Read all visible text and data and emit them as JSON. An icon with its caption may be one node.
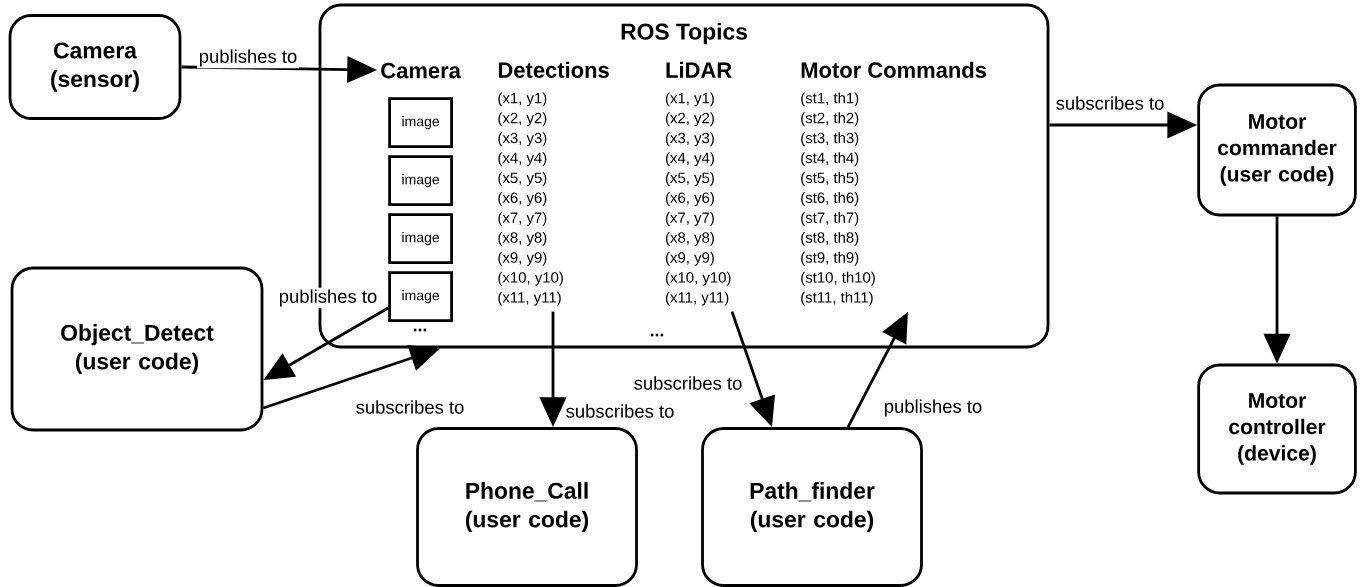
{
  "diagram": {
    "nodes": [
      {
        "text": [
          "Camera",
          "(sensor)"
        ]
      },
      {
        "text": [
          "ROS Topics"
        ]
      },
      {
        "text": [
          "Camera"
        ],
        "in": 1
      },
      {
        "text": [
          "image"
        ],
        "in": 1
      },
      {
        "text": [
          "image"
        ],
        "in": 1
      },
      {
        "text": [
          "image"
        ],
        "in": 1
      },
      {
        "text": [
          "image"
        ],
        "in": 1
      },
      {
        "text": [
          "Detections",
          "(x1, y1)",
          "(x2, y2)",
          "(x3, y3)",
          "(x4, y4)",
          "(x5, y5)",
          "(x6, y6)",
          "(x7, y7)",
          "(x8, y8)",
          "(x9, y9)",
          "(x10, y10)",
          "(x11, y11)"
        ],
        "in": 1
      },
      {
        "text": [
          "LiDAR",
          "(x1, y1)",
          "(x2, y2)",
          "(x3, y3)",
          "(x4, y4)",
          "(x5, y5)",
          "(x6, y6)",
          "(x7, y7)",
          "(x8, y8)",
          "(x9, y9)",
          "(x10, y10)",
          "(x11, y11)"
        ],
        "in": 1
      },
      {
        "text": [
          "Motor Commands",
          "(st1, th1)",
          "(st2, th2)",
          "(st3, th3)",
          "(st4, th4)",
          "(st5, th5)",
          "(st6, th6)",
          "(st7, th7)",
          "(st8, th8)",
          "(st9, th9)",
          "(st10, th10)",
          "(st11, th11)"
        ],
        "in": 1
      },
      {
        "text": [
          "Object_Detect",
          "(user code)"
        ]
      },
      {
        "text": [
          "Phone_Call",
          "(user code)"
        ]
      },
      {
        "text": [
          "Path_finder",
          "(user code)"
        ]
      },
      {
        "text": [
          "Motor commander",
          "(user code)"
        ]
      },
      {
        "text": [
          "Motor controller",
          "(device)"
        ]
      }
    ],
    "edges": [
      {
        "from": 0,
        "to": 2,
        "arrow": "to",
        "label": "publishes to"
      },
      {
        "from": 6,
        "to": 10,
        "arrow": "to",
        "label": "publishes to"
      },
      {
        "from": 10,
        "to": 1,
        "arrow": "to",
        "label": "subscribes to"
      },
      {
        "from": 7,
        "to": 11,
        "arrow": "to",
        "label": "subscribes to"
      },
      {
        "from": 8,
        "to": 12,
        "arrow": "to",
        "label": "subscribes to"
      },
      {
        "from": 12,
        "to": 9,
        "arrow": "to",
        "label": "publishes to"
      },
      {
        "from": 1,
        "to": 13,
        "arrow": "to",
        "label": "subscribes to"
      },
      {
        "from": 13,
        "to": 14,
        "arrow": "to"
      }
    ],
    "labels": [
      "...",
      "..."
    ]
  }
}
